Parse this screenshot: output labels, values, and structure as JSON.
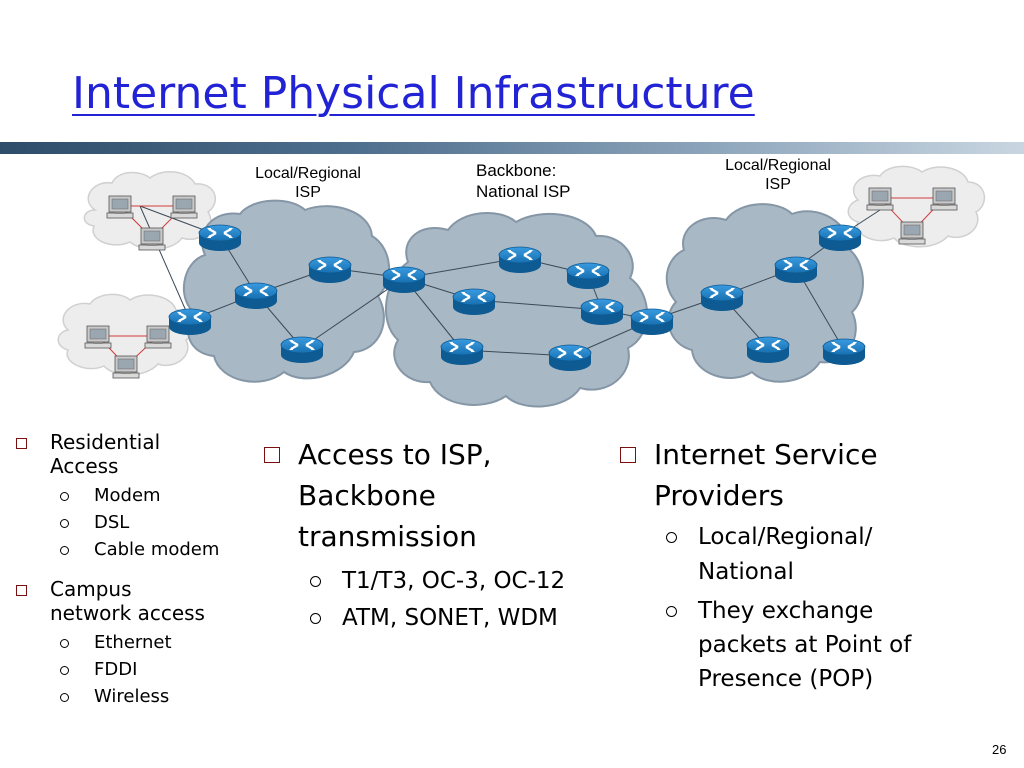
{
  "slide": {
    "title": "Internet Physical Infrastructure",
    "page_number": "26"
  },
  "diagram": {
    "label_left": {
      "line1": "Local/Regional",
      "line2": "ISP"
    },
    "label_center": {
      "line1": "Backbone:",
      "line2": "National ISP"
    },
    "label_right": {
      "line1": "Local/Regional",
      "line2": "ISP"
    }
  },
  "columns": {
    "left": {
      "groups": [
        {
          "line1": "Residential",
          "line2": "Access",
          "items": [
            "Modem",
            "DSL",
            "Cable modem"
          ]
        },
        {
          "line1": "Campus",
          "line2": "network access",
          "items": [
            "Ethernet",
            "FDDI",
            "Wireless"
          ]
        }
      ]
    },
    "middle": {
      "line1": "Access to ISP,",
      "line2": "Backbone",
      "line3": "transmission",
      "items": [
        {
          "line1": "T1/T3, OC-3, OC-12"
        },
        {
          "line1": "ATM, SONET, WDM"
        }
      ]
    },
    "right": {
      "line1": "Internet Service",
      "line2": "Providers",
      "items": [
        {
          "line1": "Local/Regional/",
          "line2": "National"
        },
        {
          "line1": "They exchange",
          "line2": "packets at Point of",
          "line3": "Presence (POP)"
        }
      ]
    }
  },
  "colors": {
    "title": "#2323d6",
    "cloud_fill": "#a9b8c5",
    "router_fill": "#1a7bbf",
    "bullet_box": "#7a1010"
  }
}
